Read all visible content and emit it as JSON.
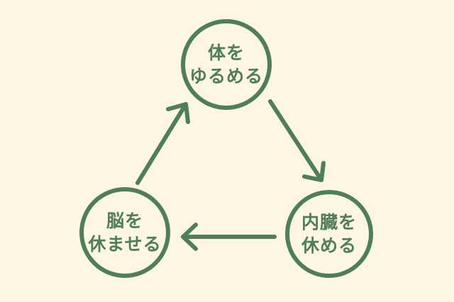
{
  "diagram": {
    "colors": {
      "background": "#fdf6e2",
      "accent": "#4f7f56"
    },
    "nodes": {
      "top": {
        "line1": "体を",
        "line2": "ゆるめる"
      },
      "right": {
        "line1": "内臓を",
        "line2": "休める"
      },
      "left": {
        "line1": "脳を",
        "line2": "休ませる"
      }
    }
  }
}
